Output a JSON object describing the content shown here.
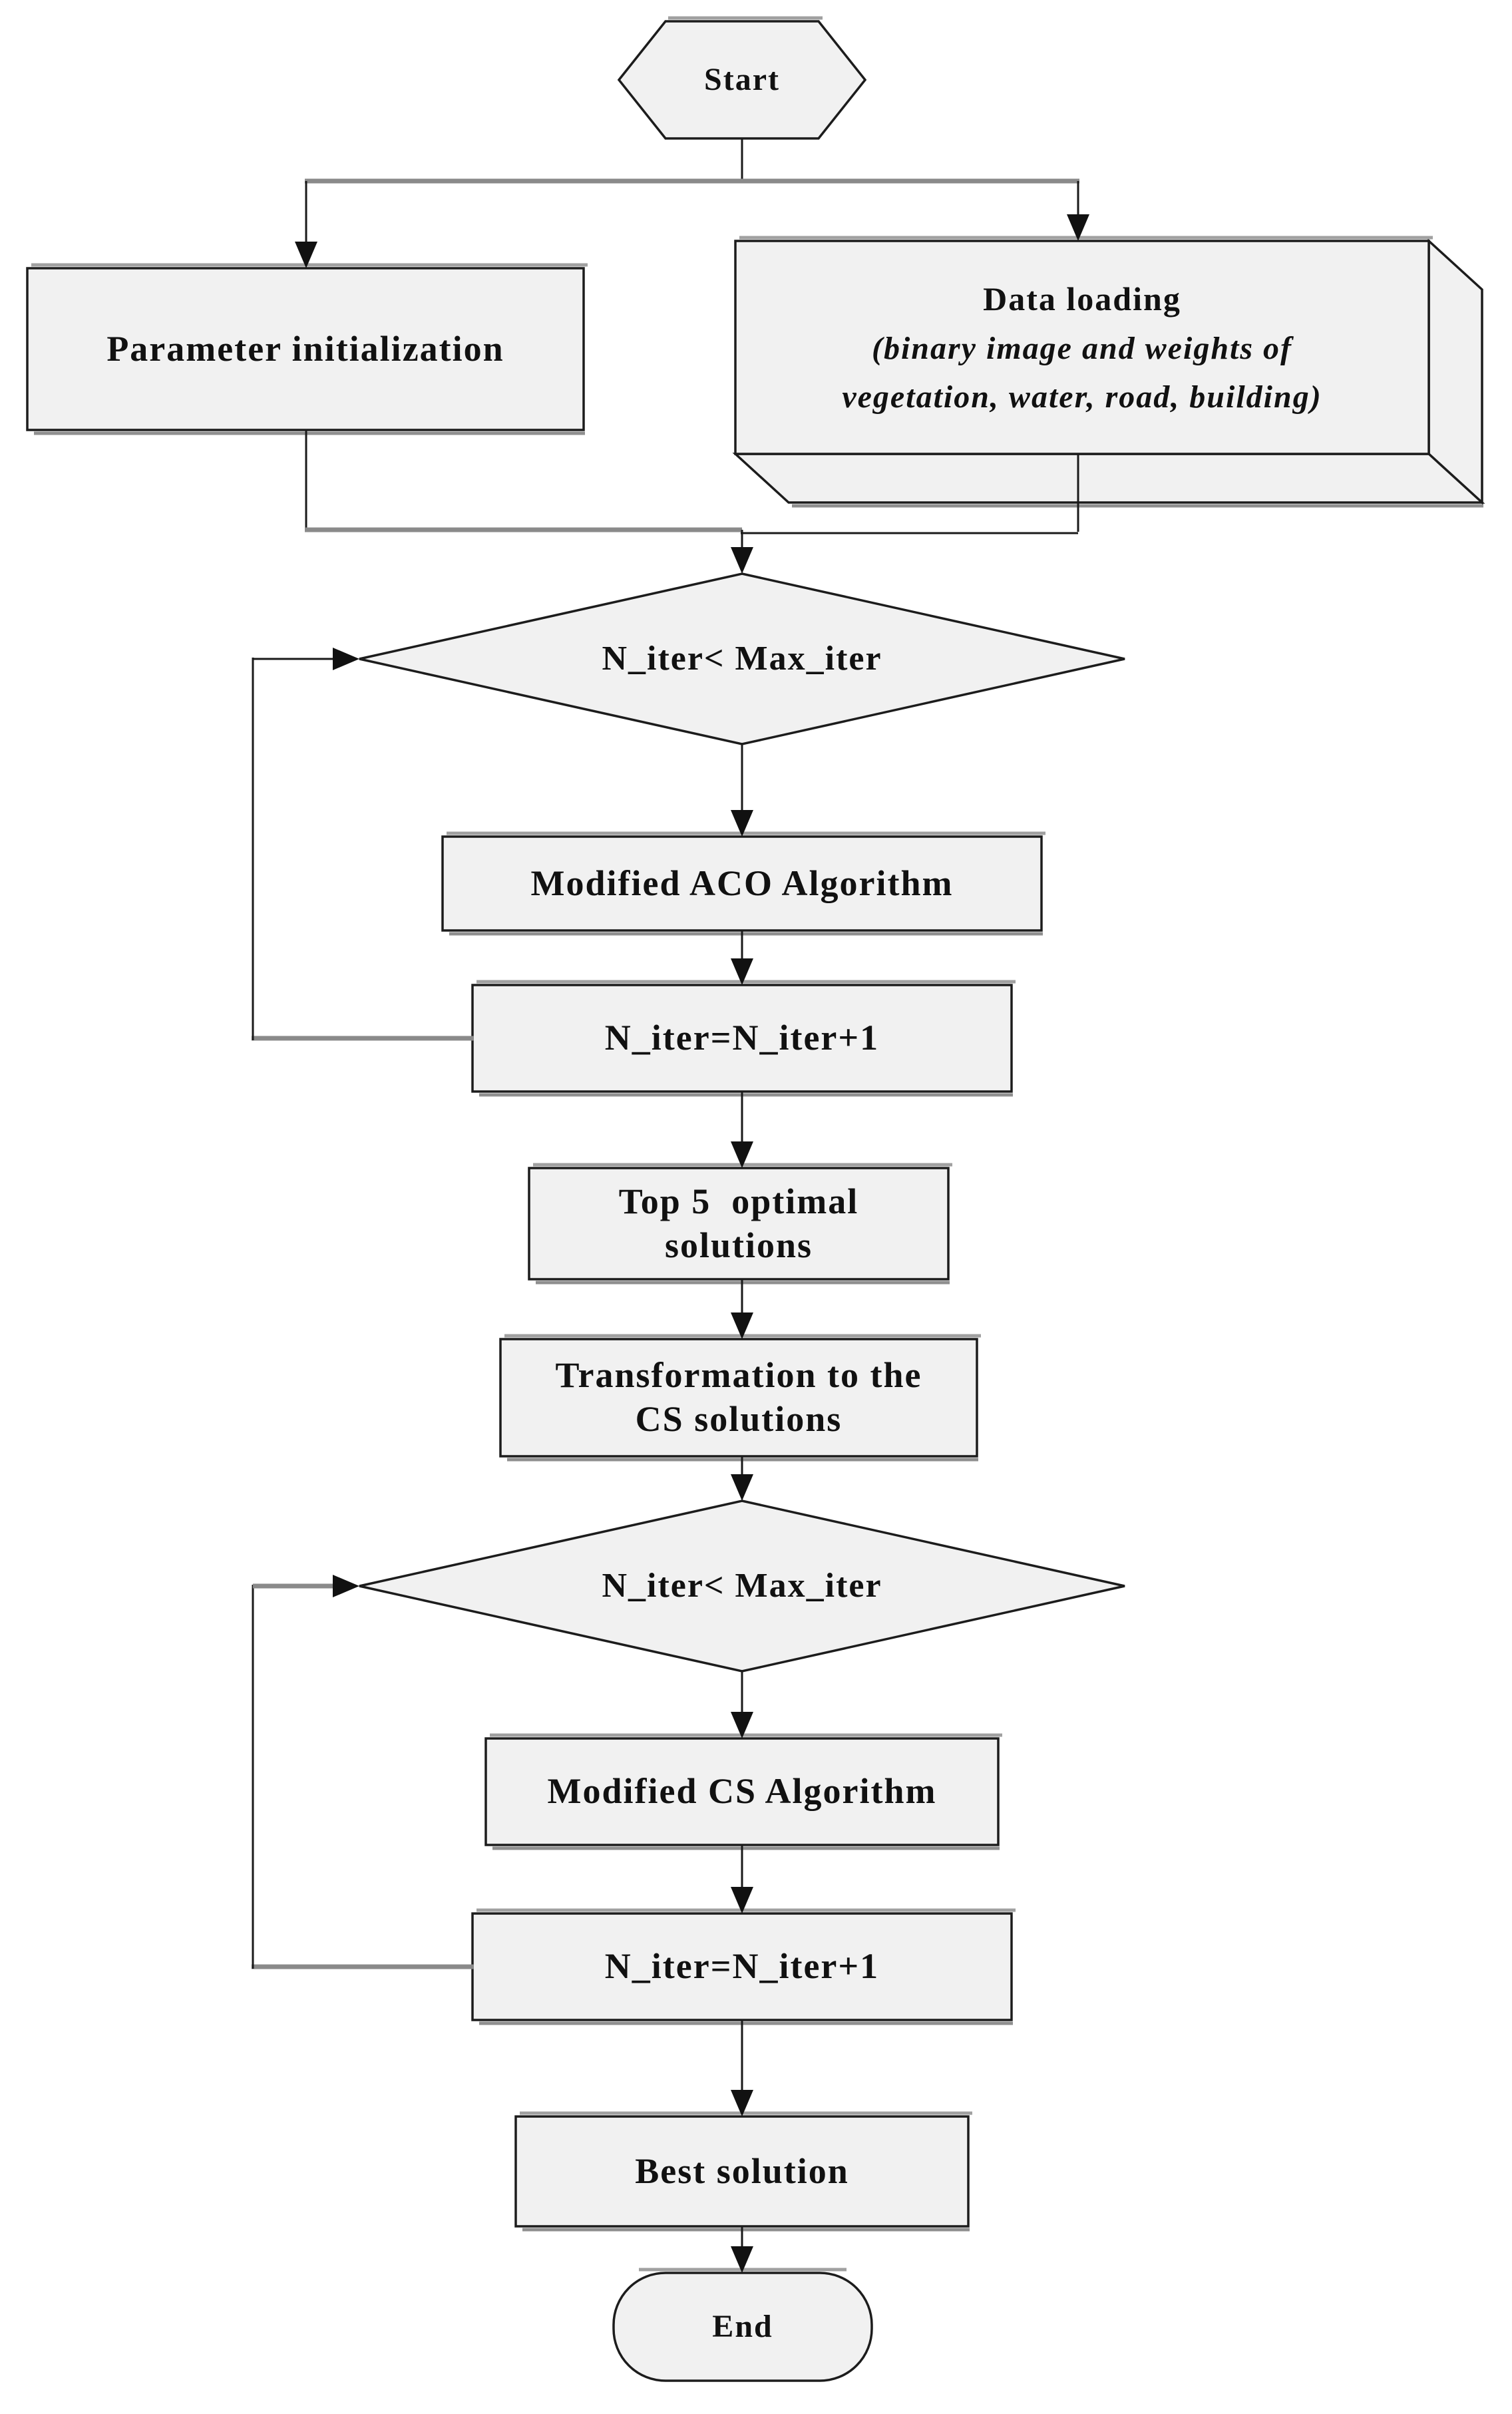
{
  "figure": {
    "type": "flowchart"
  },
  "colors": {
    "background": "#ffffff",
    "shape_fill": "#f1f1f1",
    "shape_border": "#1c1c1c",
    "connector_black": "#1a1a1a",
    "connector_gray": "#8a8a8a",
    "text": "#111111"
  },
  "nodes": {
    "start": {
      "label": "Start",
      "shape": "hexagon"
    },
    "parameter_initialization": {
      "label": "Parameter initialization",
      "shape": "process"
    },
    "data_loading": {
      "title": "Data loading",
      "subtitle_line1": "(binary image and weights of",
      "subtitle_line2": "vegetation, water, road, building)",
      "shape": "data-3d"
    },
    "decision_aco_loop": {
      "label": "N_iter< Max_iter",
      "shape": "decision"
    },
    "modified_aco_algorithm": {
      "label": "Modified ACO Algorithm",
      "shape": "process"
    },
    "increment_iteration_aco": {
      "label": "N_iter=N_iter+1",
      "shape": "process"
    },
    "top_5_optimal_solutions": {
      "label": "Top 5  optimal\nsolutions",
      "shape": "process"
    },
    "transformation_to_cs": {
      "label": "Transformation to the\nCS solutions",
      "shape": "process"
    },
    "decision_cs_loop": {
      "label": "N_iter< Max_iter",
      "shape": "decision"
    },
    "modified_cs_algorithm": {
      "label": "Modified CS Algorithm",
      "shape": "process"
    },
    "increment_iteration_cs": {
      "label": "N_iter=N_iter+1",
      "shape": "process"
    },
    "best_solution": {
      "label": "Best solution",
      "shape": "process"
    },
    "end": {
      "label": "End",
      "shape": "terminator"
    }
  }
}
